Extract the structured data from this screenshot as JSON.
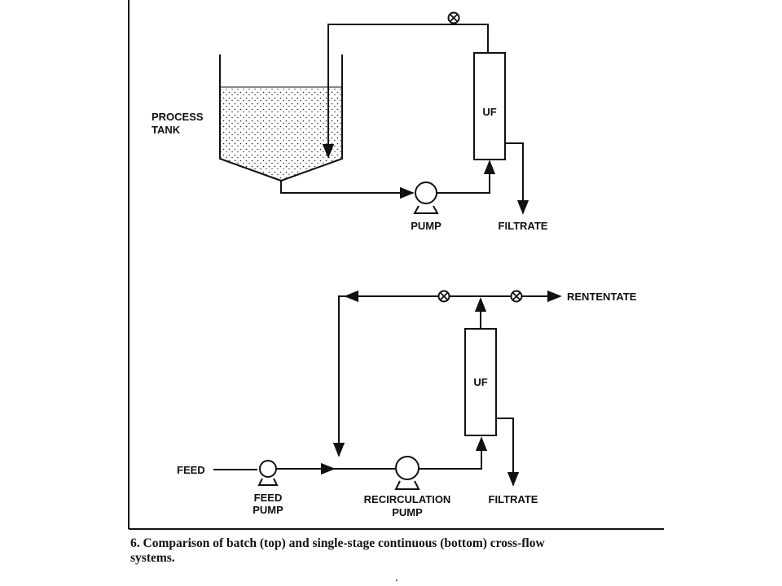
{
  "batch_system": {
    "process_tank_label_1": "PROCESS",
    "process_tank_label_2": "TANK",
    "uf_label": "UF",
    "pump_label": "PUMP",
    "filtrate_label": "FILTRATE"
  },
  "continuous_system": {
    "retentate_label": "RENTENTATE",
    "uf_label": "UF",
    "feed_label": "FEED",
    "feed_pump_label_1": "FEED",
    "feed_pump_label_2": "PUMP",
    "recirc_pump_label_1": "RECIRCULATION",
    "recirc_pump_label_2": "PUMP",
    "filtrate_label": "FILTRATE"
  },
  "caption": {
    "line1": "6. Comparison of batch (top) and single-stage continuous (bottom) cross-flow",
    "line2": "systems."
  }
}
